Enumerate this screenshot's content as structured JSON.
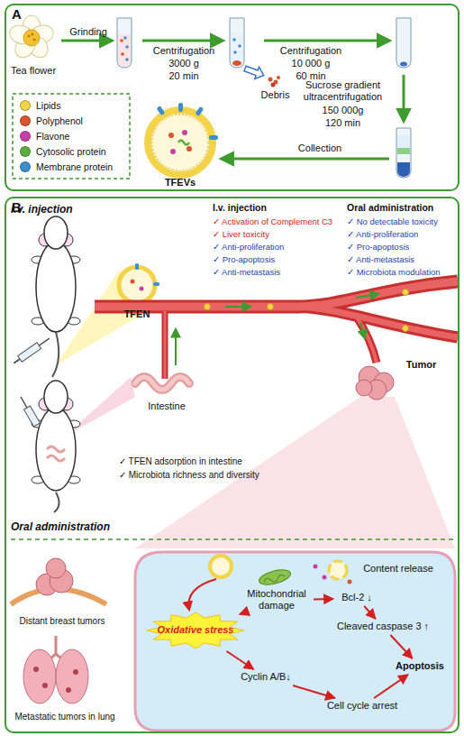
{
  "diagram": {
    "nodes": [
      {
        "text": [
          "A"
        ]
      },
      {
        "text": [
          "Tea flower"
        ],
        "in": 0
      },
      {
        "text": [
          "Debris"
        ],
        "in": 0
      },
      {
        "text": [
          "TFEVs"
        ],
        "in": 0
      },
      {
        "text": [
          "B"
        ]
      },
      {
        "text": [
          "Content release"
        ],
        "in": 4
      },
      {
        "text": [
          "Oxidative stress"
        ],
        "in": 4
      },
      {
        "text": [
          "Mitochondrial damage"
        ],
        "in": 4
      },
      {
        "text": [
          "Bcl-2 ↓"
        ],
        "in": 4
      },
      {
        "text": [
          "Cleaved caspase 3 ↑"
        ],
        "in": 4
      },
      {
        "text": [
          "Apoptosis"
        ],
        "in": 4
      },
      {
        "text": [
          "Cyclin A/B↓"
        ],
        "in": 4
      },
      {
        "text": [
          "Cell cycle arrest"
        ],
        "in": 4
      }
    ],
    "edges": [
      {
        "from": 6,
        "to": 7,
        "arrow": "to"
      },
      {
        "from": 7,
        "to": 8,
        "arrow": "to"
      },
      {
        "from": 8,
        "to": 9,
        "arrow": "to"
      },
      {
        "from": 9,
        "to": 10,
        "arrow": "to"
      },
      {
        "from": 6,
        "to": 11,
        "arrow": "to"
      },
      {
        "from": 11,
        "to": 12,
        "arrow": "to"
      },
      {
        "from": 12,
        "to": 10,
        "arrow": "to"
      }
    ],
    "labels": [
      "Grinding",
      "Centrifugation",
      "3000 g",
      "20 min",
      "Centrifugation",
      "10 000 g",
      "60 min",
      "Sucrose gradient ultracentrifugation",
      "150 000g",
      "120 min",
      "Collection",
      "I.v. injection",
      "TFEN",
      "Intestine",
      "Oral administration",
      "✓ TFEN adsorption in intestine",
      "✓ Microbiota richness and diversity",
      "Tumor",
      "I.v. injection",
      "✓ Activation of Complement C3",
      "✓ Liver toxicity",
      "✓ Anti-proliferation",
      "✓ Pro-apoptosis",
      "✓ Anti-metastasis",
      "Oral administration",
      "✓ No detectable toxicity",
      "✓ Anti-proliferation",
      "✓ Pro-apoptosis",
      "✓ Anti-metastasis",
      "✓ Microbiota modulation",
      "Distant breast tumors",
      "Metastatic tumors in lung"
    ],
    "legend": [
      {
        "text": "Lipids",
        "color": "#f3d34a"
      },
      {
        "text": "Polyphenol",
        "color": "#d9532c"
      },
      {
        "text": "Flavone",
        "color": "#c83fa8"
      },
      {
        "text": "Cytosolic protein",
        "color": "#5cae3c"
      },
      {
        "text": "Membrane protein",
        "color": "#3e8fd0"
      }
    ]
  }
}
